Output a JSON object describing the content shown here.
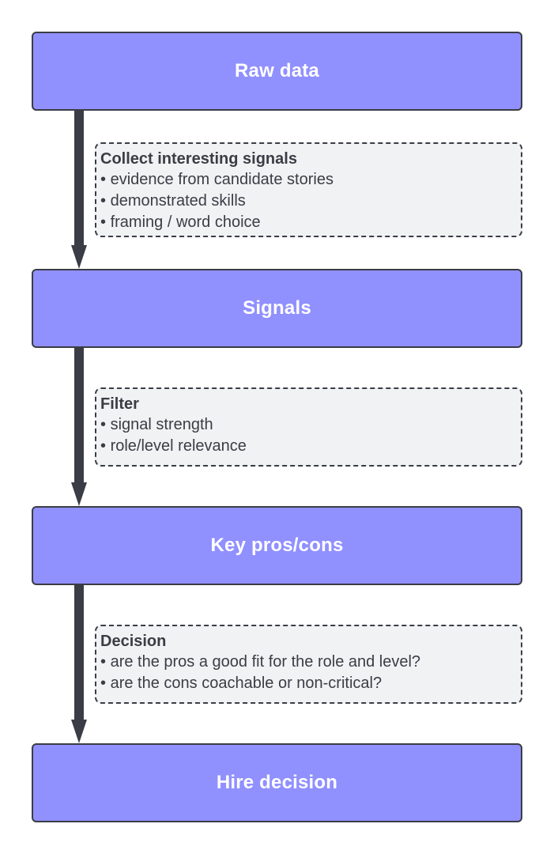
{
  "stages": [
    {
      "label": "Raw data"
    },
    {
      "label": "Signals"
    },
    {
      "label": "Key pros/cons"
    },
    {
      "label": "Hire decision"
    }
  ],
  "notes": [
    {
      "title": "Collect interesting signals",
      "items": [
        "evidence from candidate stories",
        "demonstrated skills",
        "framing / word choice"
      ]
    },
    {
      "title": "Filter",
      "items": [
        "signal strength",
        "role/level relevance"
      ]
    },
    {
      "title": "Decision",
      "items": [
        "are the pros a good fit for the role and level?",
        "are the cons coachable or non-critical?"
      ]
    }
  ],
  "bullet_symbol": "•",
  "colors": {
    "stage_fill": "#9190ff",
    "stage_text": "#ffffff",
    "outline": "#3a3d45",
    "note_fill": "#f1f2f4"
  }
}
